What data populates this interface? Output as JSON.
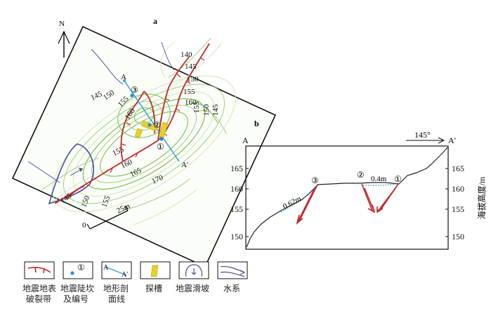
{
  "map": {
    "panel_label": "a",
    "north_label": "N",
    "contour_labels": [
      "140",
      "145",
      "150",
      "155",
      "160",
      "155",
      "150",
      "145",
      "145",
      "150",
      "155",
      "160",
      "155",
      "160",
      "165",
      "170",
      "145",
      "150",
      "155"
    ],
    "scale_zero": "0",
    "scale_value": "25m",
    "pit_numbers": [
      "③",
      "②",
      "①"
    ],
    "section_start": "A",
    "section_end": "A′"
  },
  "profile": {
    "panel_label": "b",
    "start_label": "A",
    "end_label": "A′",
    "azimuth": "145°",
    "left_ticks": [
      "165",
      "160",
      "155",
      "150"
    ],
    "right_ticks": [
      "165",
      "160",
      "155",
      "150"
    ],
    "right_axis_title": "海拔高度/m",
    "offset_left": "0.62m",
    "offset_right": "0.4m",
    "pit_marks": [
      "③",
      "②",
      "①"
    ]
  },
  "legend": {
    "items": [
      {
        "key": "rupture",
        "label_lines": [
          "地震地表",
          "破裂带"
        ],
        "symbol": "rupture-symbol"
      },
      {
        "key": "scarp",
        "label_lines": [
          "地震陡坎",
          "及编号"
        ],
        "symbol_text": "①"
      },
      {
        "key": "section",
        "label_lines": [
          "地形剖",
          "面线"
        ],
        "symbol_a": "A",
        "symbol_b": "A′"
      },
      {
        "key": "trench",
        "label_lines": [
          "探槽"
        ]
      },
      {
        "key": "landslide",
        "label_lines": [
          "地震滑坡"
        ]
      },
      {
        "key": "drainage",
        "label_lines": [
          "水系"
        ]
      }
    ]
  },
  "colors": {
    "rupture": "#c0282d",
    "contour": "#6fbf4a",
    "contour_light": "#cfe8b8",
    "section_line": "#3aa0d8",
    "trench": "#e8cf2b",
    "landslide": "#4a4a9a",
    "drainage": "#4a4a9a",
    "profile": "#222222",
    "dotted": "#3a7fc0"
  }
}
